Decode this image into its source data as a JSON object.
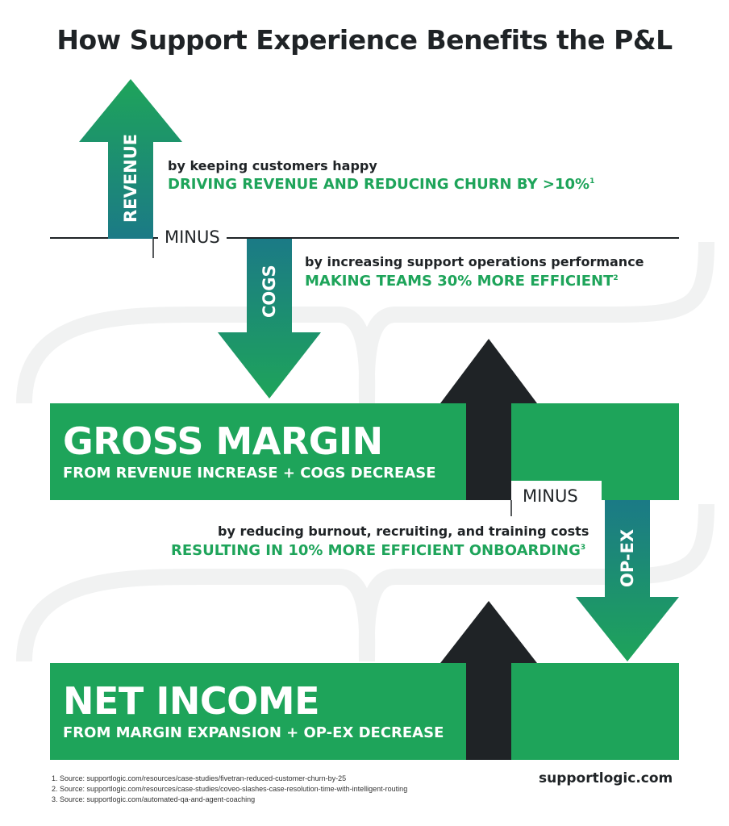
{
  "title": "How Support Experience Benefits the P&L",
  "revenue": {
    "arrow_label": "REVENUE",
    "line1": "by keeping customers happy",
    "line2": "DRIVING REVENUE AND REDUCING CHURN BY >10%",
    "footnote": "1"
  },
  "minus_1": "MINUS",
  "cogs": {
    "arrow_label": "COGS",
    "line1": "by increasing support operations performance",
    "line2": "MAKING TEAMS 30% MORE EFFICIENT",
    "footnote": "2"
  },
  "gross_margin": {
    "title": "GROSS MARGIN",
    "subtitle": "FROM REVENUE INCREASE + COGS DECREASE"
  },
  "minus_2": "MINUS",
  "opex": {
    "arrow_label": "OP-EX",
    "line1": "by reducing burnout, recruiting, and training costs",
    "line2": "RESULTING IN 10% MORE EFFICIENT ONBOARDING",
    "footnote": "3"
  },
  "net_income": {
    "title": "NET INCOME",
    "subtitle": "FROM MARGIN EXPANSION + OP-EX DECREASE"
  },
  "sources": [
    "1. Source: supportlogic.com/resources/case-studies/fivetran-reduced-customer-churn-by-25",
    "2. Source: supportlogic.com/resources/case-studies/coveo-slashes-case-resolution-time-with-intelligent-routing",
    "3. Source: supportlogic.com/automated-qa-and-agent-coaching"
  ],
  "brand": "supportlogic.com",
  "colors": {
    "green": "#1ea45a",
    "teal": "#1b7a86",
    "dark": "#1f2326",
    "curve": "#f1f2f2"
  }
}
